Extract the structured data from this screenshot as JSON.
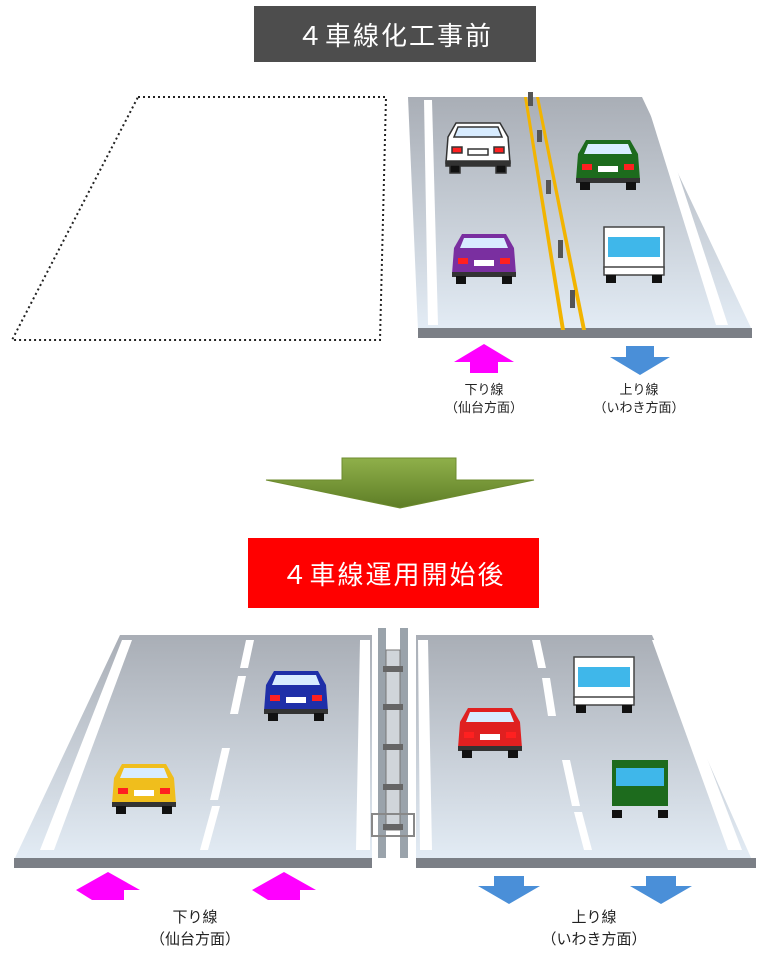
{
  "before": {
    "title": "４車線化工事前",
    "down_line": {
      "name": "下り線",
      "direction": "（仙台方面）"
    },
    "up_line": {
      "name": "上り線",
      "direction": "（いわき方面）"
    }
  },
  "after": {
    "title": "４車線運用開始後",
    "down_line": {
      "name": "下り線",
      "direction": "（仙台方面）"
    },
    "up_line": {
      "name": "上り線",
      "direction": "（いわき方面）"
    }
  },
  "colors": {
    "before_title_bg": "#4d4d4d",
    "after_title_bg": "#ff0000",
    "down_arrow": "#ff00ff",
    "up_arrow": "#4a8fd8",
    "transition_arrow": "#7a9a3a",
    "road": "#b9bec6",
    "center_line": "#f2b400"
  }
}
